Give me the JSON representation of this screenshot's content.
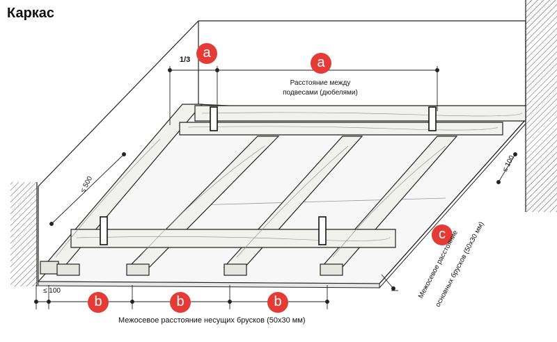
{
  "title": "Каркас",
  "badges": {
    "a1": "a",
    "a2": "a",
    "b1": "b",
    "b2": "b",
    "b3": "b",
    "c": "c"
  },
  "labels": {
    "third": "1/3",
    "hanger_distance_line1": "Расстояние между",
    "hanger_distance_line2": "подвесами (дюбелями)",
    "le500": "≤ 500",
    "le100_right": "≤ 100",
    "le100_left": "≤ 100",
    "main_bars_line1": "Межосевое расстояние",
    "main_bars_line2": "основных брусков (50х30 мм)",
    "bearing_bars": "Межосевое расстояние несущих брусков (50х30 мм)"
  },
  "colors": {
    "badge": "#e53b36",
    "wood": "#f1f1ee",
    "line": "#222222"
  }
}
